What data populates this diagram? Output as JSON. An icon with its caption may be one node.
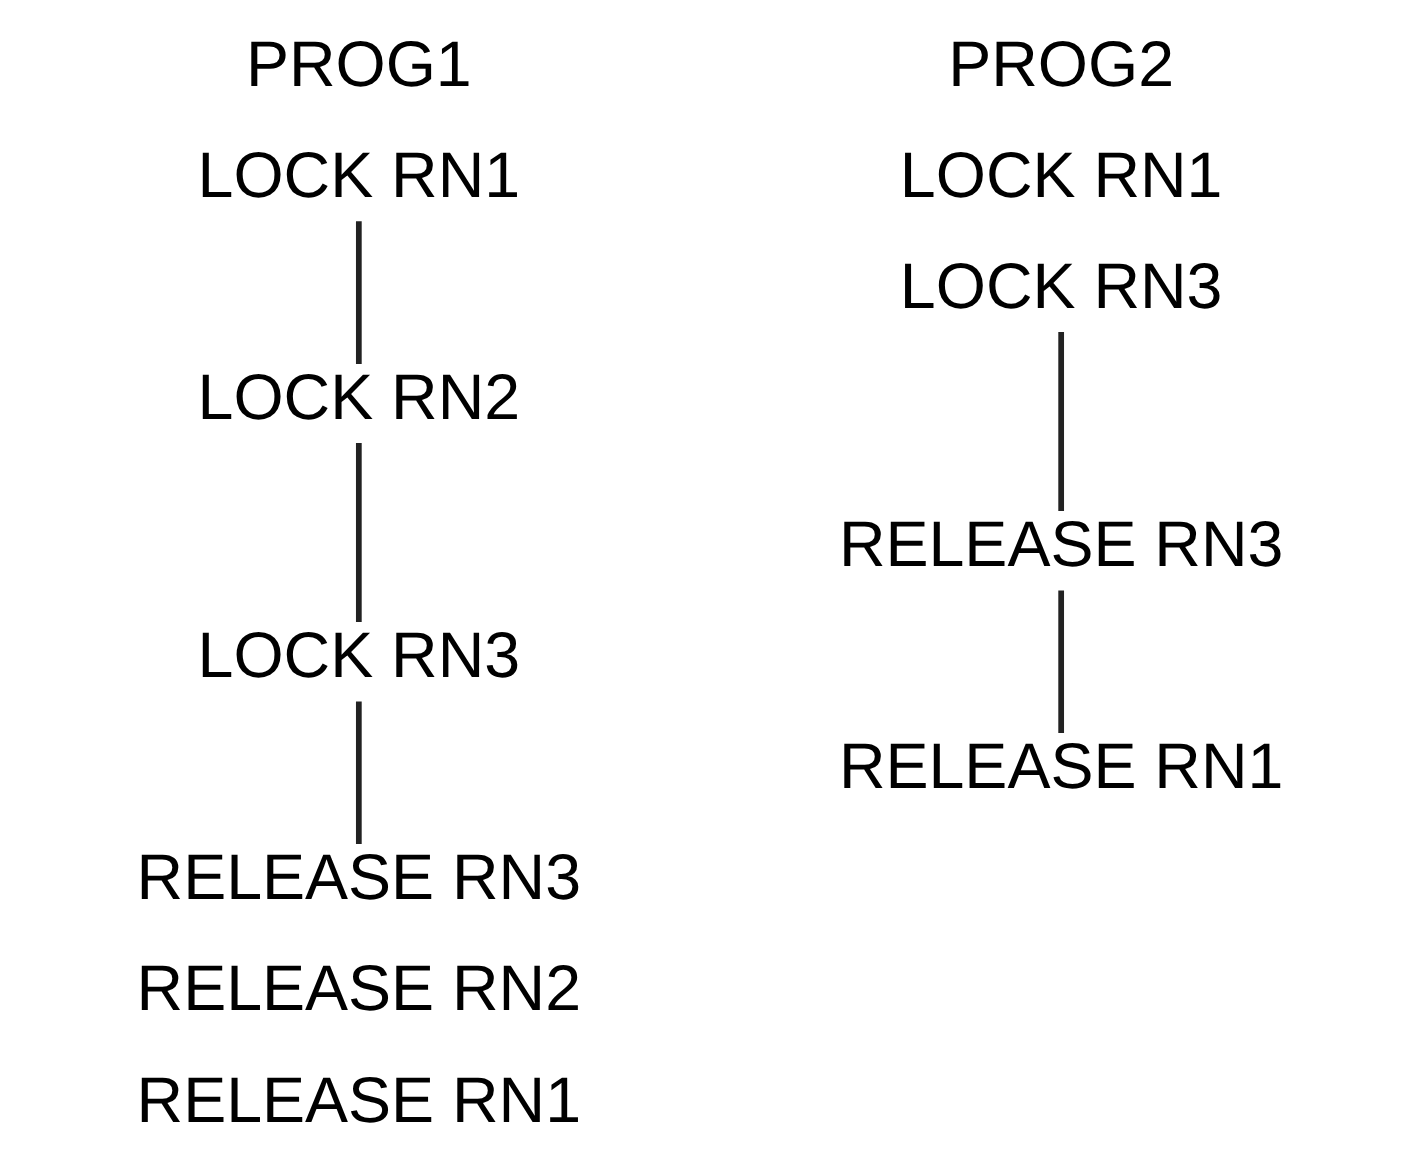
{
  "diagram": {
    "nodes": [
      {
        "text": [
          "LOCK RN1"
        ]
      },
      {
        "text": [
          "LOCK RN2"
        ]
      },
      {
        "text": [
          "LOCK RN3"
        ]
      },
      {
        "text": [
          "RELEASE RN3"
        ]
      },
      {
        "text": [
          "LOCK RN3"
        ]
      },
      {
        "text": [
          "RELEASE RN3"
        ]
      },
      {
        "text": [
          "RELEASE RN1"
        ]
      }
    ],
    "edges": [
      {
        "from": 0,
        "to": 1,
        "arrow": "none"
      },
      {
        "from": 1,
        "to": 2,
        "arrow": "none"
      },
      {
        "from": 2,
        "to": 3,
        "arrow": "none"
      },
      {
        "from": 4,
        "to": 5,
        "arrow": "none"
      },
      {
        "from": 5,
        "to": 6,
        "arrow": "none"
      }
    ],
    "labels": [
      "PROG1",
      "PROG2",
      "LOCK RN1",
      "RELEASE RN2",
      "RELEASE RN1"
    ]
  }
}
